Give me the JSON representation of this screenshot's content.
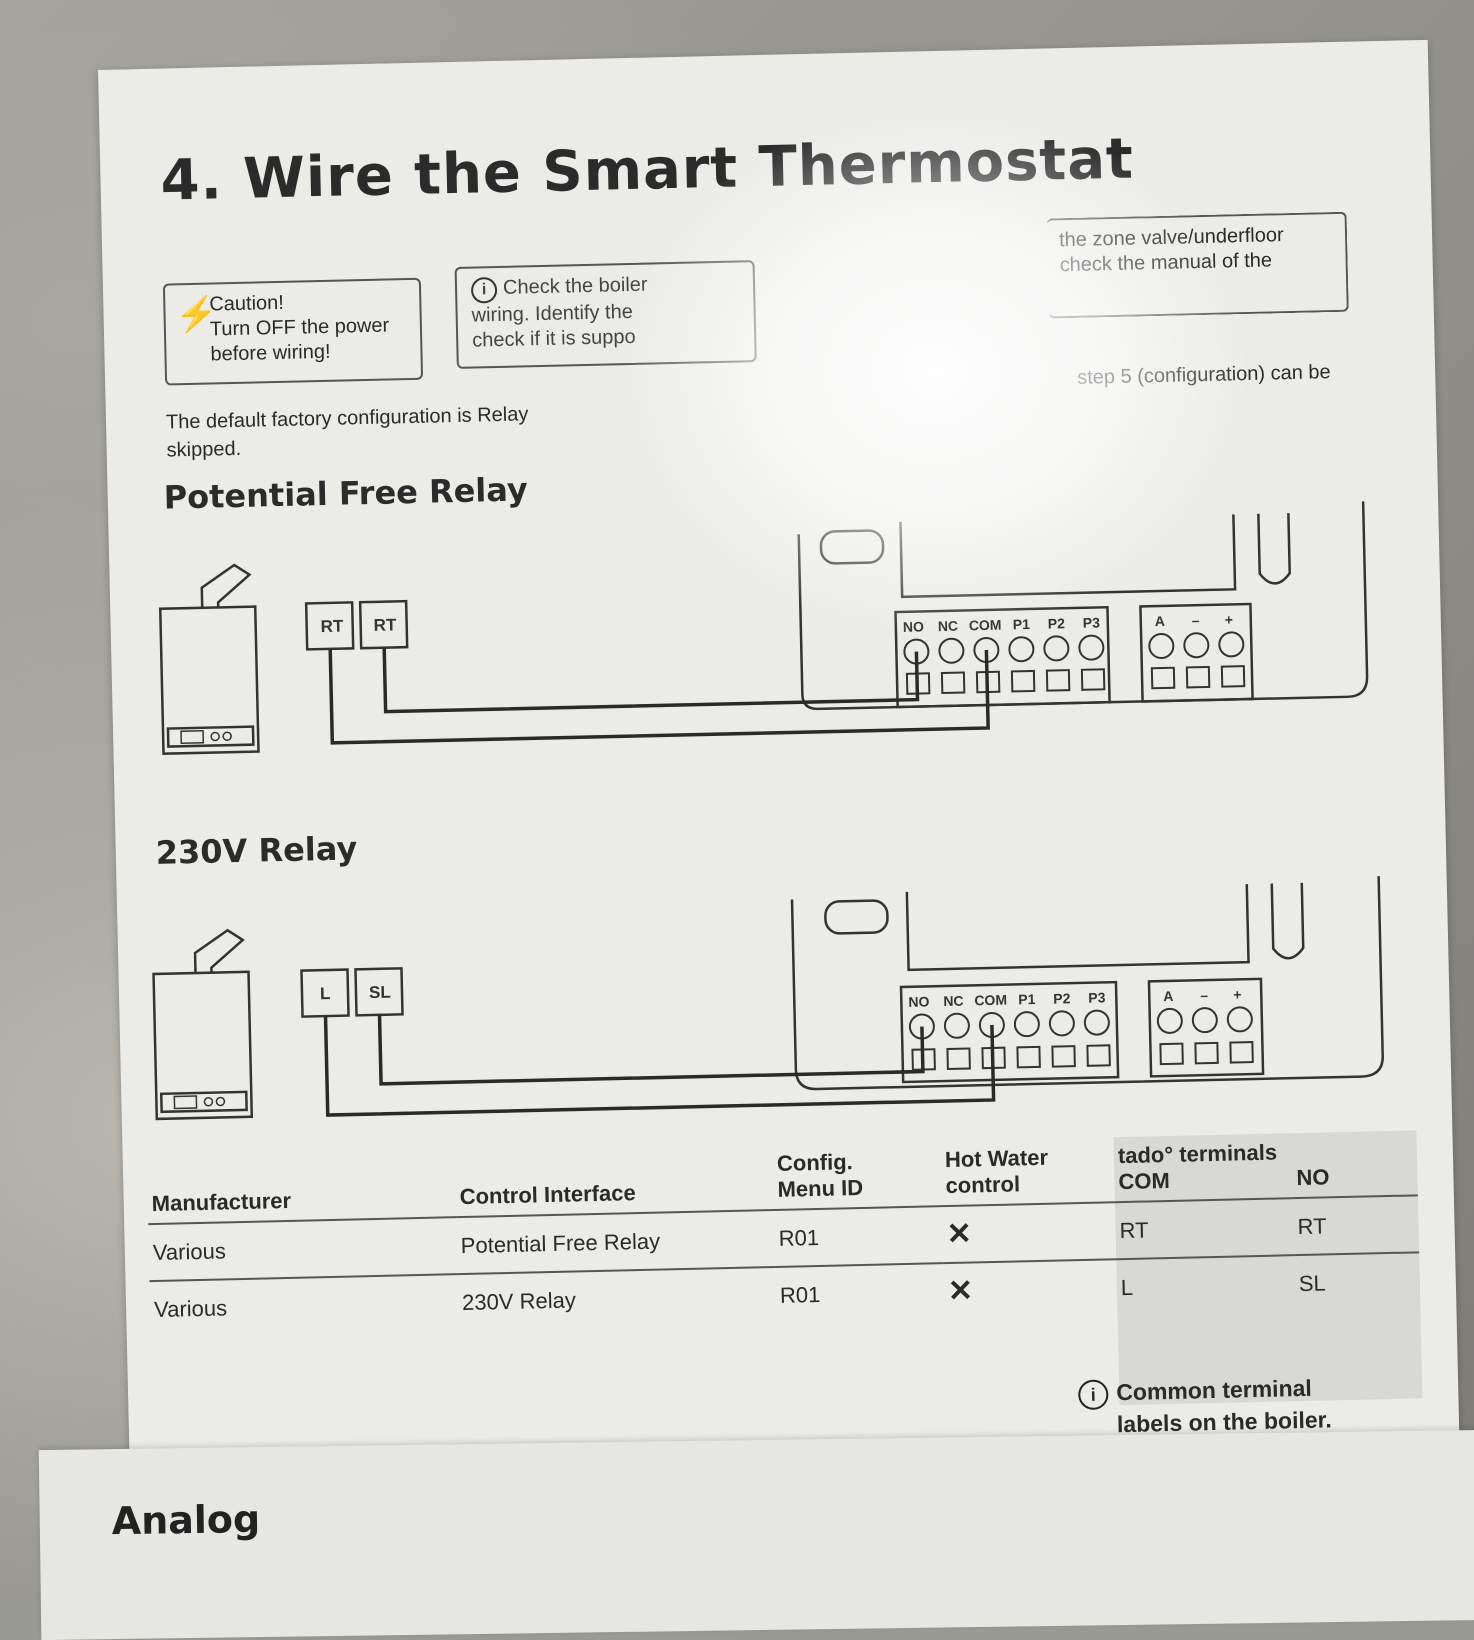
{
  "title": "4. Wire the Smart Thermostat",
  "caution": {
    "line1": "Caution!",
    "line2": "Turn OFF the power",
    "line3": "before wiring!"
  },
  "check": {
    "line1": "Check the boiler",
    "line2": "wiring. Identify the",
    "line3": "check if it is suppo"
  },
  "zone": {
    "line1": "the zone valve/underfloor",
    "line2": "check the manual of the"
  },
  "default_config": {
    "left": "The default factory configuration is Relay",
    "right": "step 5 (configuration) can be",
    "line2": "skipped."
  },
  "sections": {
    "pfr": {
      "heading": "Potential Free Relay",
      "boiler_terms": [
        "RT",
        "RT"
      ]
    },
    "v230": {
      "heading": "230V Relay",
      "boiler_terms": [
        "L",
        "SL"
      ]
    }
  },
  "terminal_block": {
    "labels": [
      "NO",
      "NC",
      "COM",
      "P1",
      "P2",
      "P3"
    ],
    "bus_labels": [
      "A",
      "–",
      "+"
    ]
  },
  "table": {
    "headers": {
      "manufacturer": "Manufacturer",
      "control": "Control Interface",
      "config1": "Config.",
      "config2": "Menu ID",
      "hw1": "Hot Water",
      "hw2": "control",
      "tado": "tado° terminals",
      "com": "COM",
      "no": "NO"
    },
    "rows": [
      {
        "manufacturer": "Various",
        "control": "Potential Free Relay",
        "config": "R01",
        "hw": "✕",
        "com": "RT",
        "no": "RT"
      },
      {
        "manufacturer": "Various",
        "control": "230V Relay",
        "config": "R01",
        "hw": "✕",
        "com": "L",
        "no": "SL"
      }
    ],
    "note1": "Common terminal",
    "note2": "labels on the boiler."
  },
  "next_section": "Analog"
}
